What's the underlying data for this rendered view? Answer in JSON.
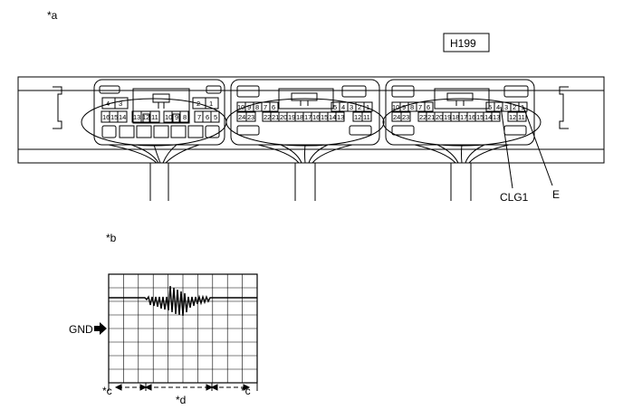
{
  "labels": {
    "a": "*a",
    "b": "*b",
    "c_left": "*c",
    "c_right": "*c",
    "d": "*d",
    "connector_id": "H199",
    "clg1": "CLG1",
    "e": "E",
    "gnd": "GND"
  },
  "connector1": {
    "top_left": [
      "4",
      "3"
    ],
    "top_right": [
      "2",
      "1"
    ],
    "row": [
      "16",
      "15",
      "14",
      "13",
      "12",
      "11",
      "10",
      "9",
      "8",
      "7",
      "6",
      "5"
    ]
  },
  "connector2": {
    "row1": [
      "10",
      "9",
      "8",
      "7",
      "6",
      "5",
      "4",
      "3",
      "2",
      "1"
    ],
    "row2": [
      "24",
      "23",
      "22",
      "21",
      "20",
      "19",
      "18",
      "17",
      "16",
      "15",
      "14",
      "13",
      "12",
      "11"
    ]
  },
  "connector3": {
    "row1": [
      "10",
      "9",
      "8",
      "7",
      "6",
      "5",
      "4",
      "3",
      "2",
      "1"
    ],
    "row2": [
      "24",
      "23",
      "22",
      "21",
      "20",
      "19",
      "18",
      "17",
      "16",
      "15",
      "14",
      "13",
      "12",
      "11"
    ]
  }
}
